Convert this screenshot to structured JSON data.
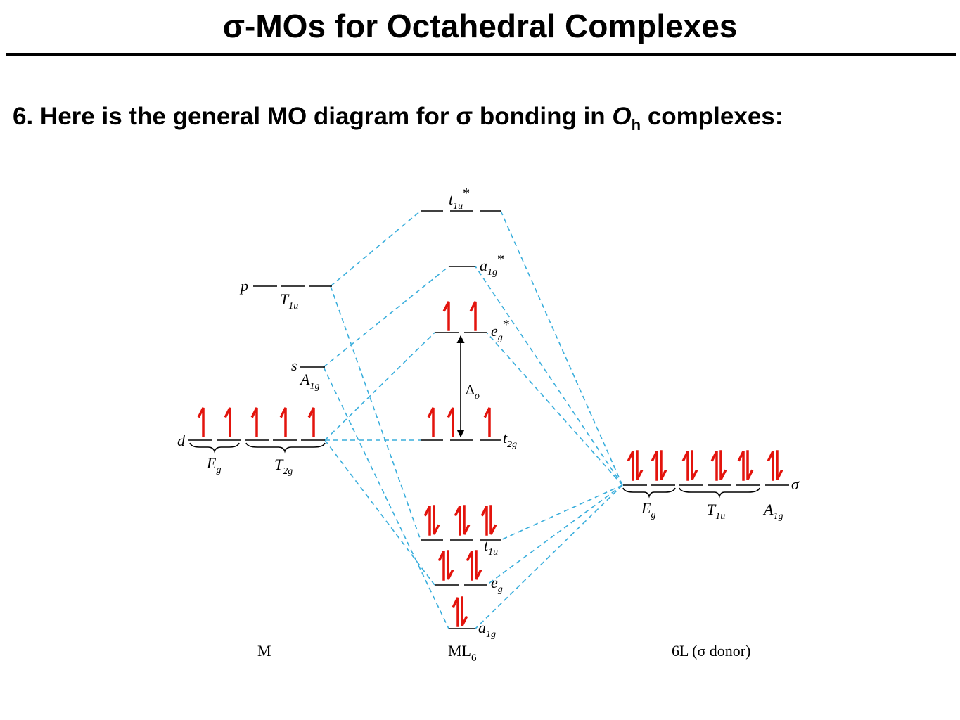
{
  "header": {
    "title": "σ-MOs for Octahedral Complexes",
    "subtitle_main": "6. Here is the general MO diagram for σ bonding in ",
    "subtitle_o": "O",
    "subtitle_sub": "h",
    "subtitle_end": " complexes:"
  },
  "diagram": {
    "columns": {
      "metal": "M",
      "complex": "ML",
      "complex_sub": "6",
      "ligand": "6L (σ donor)"
    },
    "metal_orbitals": {
      "p": "p",
      "T1u": "T",
      "T1u_sub": "1u",
      "s": "s",
      "A1g": "A",
      "A1g_sub": "1g",
      "d": "d",
      "Eg": "E",
      "Eg_sub": "g",
      "T2g": "T",
      "T2g_sub": "2g"
    },
    "mo_levels": {
      "t1u_star": "t",
      "t1u_star_sub": "1u",
      "t1u_star_mark": "*",
      "a1g_star": "a",
      "a1g_star_sub": "1g",
      "a1g_star_mark": "*",
      "eg_star": "e",
      "eg_star_sub": "g",
      "eg_star_mark": "*",
      "delta": "Δ",
      "delta_sub": "o",
      "t2g": "t",
      "t2g_sub": "2g",
      "t1u": "t",
      "t1u_sub": "1u",
      "eg": "e",
      "eg_sub": "g",
      "a1g": "a",
      "a1g_sub": "1g"
    },
    "ligand_orbitals": {
      "sigma": "σ",
      "Eg": "E",
      "Eg_sub": "g",
      "T1u": "T",
      "T1u_sub": "1u",
      "A1g": "A",
      "A1g_sub": "1g"
    },
    "colors": {
      "correlation": "#3aaedc",
      "electrons": "#e3140d",
      "levels": "#000000"
    }
  }
}
